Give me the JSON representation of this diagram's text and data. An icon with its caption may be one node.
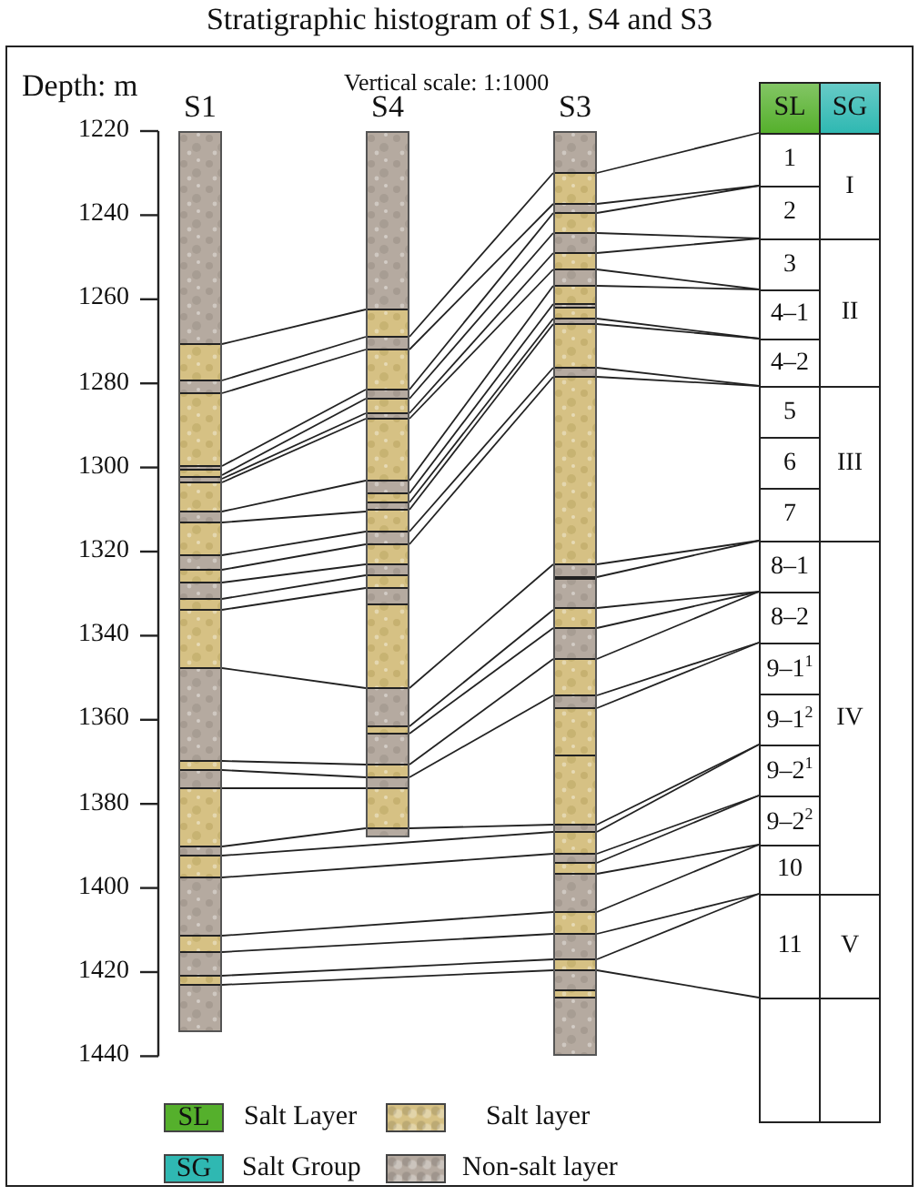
{
  "diagram": {
    "title": "Stratigraphic histogram of S1, S4 and S3",
    "nodes": [
      {
        "text": [
          "S1"
        ]
      },
      {
        "text": [
          "S4"
        ]
      },
      {
        "text": [
          "S3"
        ]
      },
      {
        "text": [
          "SL",
          "1",
          "2",
          "3",
          "4–1",
          "4–2",
          "5",
          "6",
          "7",
          "8–1",
          "8–2",
          "9–1$^{1}$",
          "9–1$^{2}$",
          "9–2$^{1}$",
          "9–2$^{2}$",
          "10",
          "11"
        ]
      },
      {
        "text": [
          "SG",
          "I",
          "II",
          "III",
          "IV",
          "V"
        ]
      }
    ],
    "edges": [
      {
        "from": 0,
        "to": 1,
        "arrow": "none"
      },
      {
        "from": 0,
        "to": 1,
        "arrow": "none"
      },
      {
        "from": 0,
        "to": 1,
        "arrow": "none"
      },
      {
        "from": 0,
        "to": 1,
        "arrow": "none"
      },
      {
        "from": 0,
        "to": 1,
        "arrow": "none"
      },
      {
        "from": 0,
        "to": 1,
        "arrow": "none"
      },
      {
        "from": 0,
        "to": 1,
        "arrow": "none"
      },
      {
        "from": 0,
        "to": 1,
        "arrow": "none"
      },
      {
        "from": 0,
        "to": 1,
        "arrow": "none"
      },
      {
        "from": 0,
        "to": 1,
        "arrow": "none"
      },
      {
        "from": 0,
        "to": 1,
        "arrow": "none"
      },
      {
        "from": 0,
        "to": 1,
        "arrow": "none"
      },
      {
        "from": 0,
        "to": 1,
        "arrow": "none"
      },
      {
        "from": 0,
        "to": 1,
        "arrow": "none"
      },
      {
        "from": 0,
        "to": 1,
        "arrow": "none"
      },
      {
        "from": 0,
        "to": 1,
        "arrow": "none"
      },
      {
        "from": 0,
        "to": 1,
        "arrow": "none"
      },
      {
        "from": 0,
        "to": 1,
        "arrow": "none"
      },
      {
        "from": 0,
        "to": 1,
        "arrow": "none"
      },
      {
        "from": 0,
        "to": 2,
        "arrow": "none"
      },
      {
        "from": 0,
        "to": 2,
        "arrow": "none"
      },
      {
        "from": 0,
        "to": 2,
        "arrow": "none"
      },
      {
        "from": 0,
        "to": 2,
        "arrow": "none"
      },
      {
        "from": 0,
        "to": 2,
        "arrow": "none"
      },
      {
        "from": 0,
        "to": 2,
        "arrow": "none"
      },
      {
        "from": 1,
        "to": 2,
        "arrow": "none"
      },
      {
        "from": 1,
        "to": 2,
        "arrow": "none"
      },
      {
        "from": 1,
        "to": 2,
        "arrow": "none"
      },
      {
        "from": 1,
        "to": 2,
        "arrow": "none"
      },
      {
        "from": 1,
        "to": 2,
        "arrow": "none"
      },
      {
        "from": 1,
        "to": 2,
        "arrow": "none"
      },
      {
        "from": 1,
        "to": 2,
        "arrow": "none"
      },
      {
        "from": 1,
        "to": 2,
        "arrow": "none"
      },
      {
        "from": 1,
        "to": 2,
        "arrow": "none"
      },
      {
        "from": 1,
        "to": 2,
        "arrow": "none"
      },
      {
        "from": 1,
        "to": 2,
        "arrow": "none"
      },
      {
        "from": 1,
        "to": 2,
        "arrow": "none"
      },
      {
        "from": 1,
        "to": 2,
        "arrow": "none"
      },
      {
        "from": 1,
        "to": 2,
        "arrow": "none"
      },
      {
        "from": 1,
        "to": 2,
        "arrow": "none"
      },
      {
        "from": 1,
        "to": 2,
        "arrow": "none"
      },
      {
        "from": 1,
        "to": 2,
        "arrow": "none"
      },
      {
        "from": 1,
        "to": 2,
        "arrow": "none"
      },
      {
        "from": 2,
        "to": 3,
        "arrow": "none"
      },
      {
        "from": 2,
        "to": 3,
        "arrow": "none"
      },
      {
        "from": 2,
        "to": 3,
        "arrow": "none"
      },
      {
        "from": 2,
        "to": 3,
        "arrow": "none"
      },
      {
        "from": 2,
        "to": 3,
        "arrow": "none"
      },
      {
        "from": 2,
        "to": 3,
        "arrow": "none"
      },
      {
        "from": 2,
        "to": 3,
        "arrow": "none"
      },
      {
        "from": 2,
        "to": 3,
        "arrow": "none"
      },
      {
        "from": 2,
        "to": 3,
        "arrow": "none"
      },
      {
        "from": 2,
        "to": 3,
        "arrow": "none"
      },
      {
        "from": 2,
        "to": 3,
        "arrow": "none"
      },
      {
        "from": 2,
        "to": 3,
        "arrow": "none"
      },
      {
        "from": 2,
        "to": 3,
        "arrow": "none"
      },
      {
        "from": 2,
        "to": 3,
        "arrow": "none"
      },
      {
        "from": 2,
        "to": 3,
        "arrow": "none"
      },
      {
        "from": 2,
        "to": 3,
        "arrow": "none"
      },
      {
        "from": 2,
        "to": 3,
        "arrow": "none"
      },
      {
        "from": 2,
        "to": 3,
        "arrow": "none"
      },
      {
        "from": 2,
        "to": 3,
        "arrow": "none"
      },
      {
        "from": 2,
        "to": 3,
        "arrow": "none"
      },
      {
        "from": 2,
        "to": 3,
        "arrow": "none"
      },
      {
        "from": 2,
        "to": 3,
        "arrow": "none"
      },
      {
        "from": 2,
        "to": 3,
        "arrow": "none"
      },
      {
        "from": 2,
        "to": 3,
        "arrow": "none"
      },
      {
        "from": 2,
        "to": 3,
        "arrow": "none"
      },
      {
        "from": 2,
        "to": 3,
        "arrow": "none"
      },
      {
        "from": 2,
        "to": 3,
        "arrow": "none"
      }
    ],
    "labels": [
      "Depth: m",
      "Vertical scale: 1:1000",
      "1220",
      "1240",
      "1260",
      "1280",
      "1300",
      "1320",
      "1340",
      "1360",
      "1380",
      "1400",
      "1420",
      "1440",
      "SL",
      "SG"
    ],
    "legend": [
      {
        "text": "Salt Layer",
        "color": "#55b02c"
      },
      {
        "text": "Salt layer",
        "color": "#d6c184"
      },
      {
        "text": "Salt Group",
        "color": "#2fb8b2"
      },
      {
        "text": "Non-salt layer",
        "color": "#b5aaa0"
      }
    ]
  }
}
